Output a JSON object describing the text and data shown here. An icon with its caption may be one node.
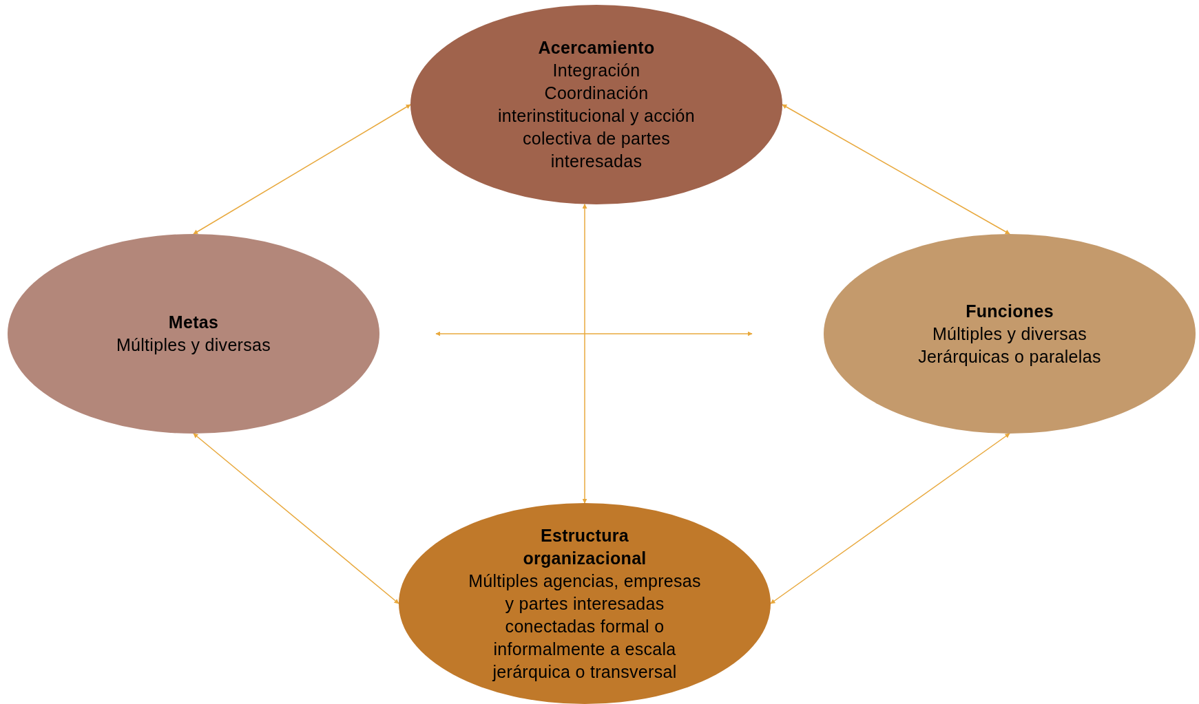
{
  "diagram": {
    "nodes": [
      {
        "text": [
          "Acercamiento",
          "Integración",
          "Coordinación interinstitucional y acción colectiva de partes interesadas"
        ]
      },
      {
        "text": [
          "Metas",
          "Múltiples y diversas"
        ]
      },
      {
        "text": [
          "Funciones",
          "Múltiples y diversas",
          "Jerárquicas o paralelas"
        ]
      },
      {
        "text": [
          "Estructura organizacional",
          "Múltiples agencias, empresas y partes interesadas conectadas formal o informalmente a escala jerárquica o transversal"
        ]
      }
    ],
    "edges": [
      {
        "from": 0,
        "to": 1,
        "arrow": "both"
      },
      {
        "from": 0,
        "to": 2,
        "arrow": "both"
      },
      {
        "from": 1,
        "to": 3,
        "arrow": "both"
      },
      {
        "from": 2,
        "to": 3,
        "arrow": "both"
      },
      {
        "from": 0,
        "to": 3,
        "arrow": "both"
      }
    ]
  }
}
